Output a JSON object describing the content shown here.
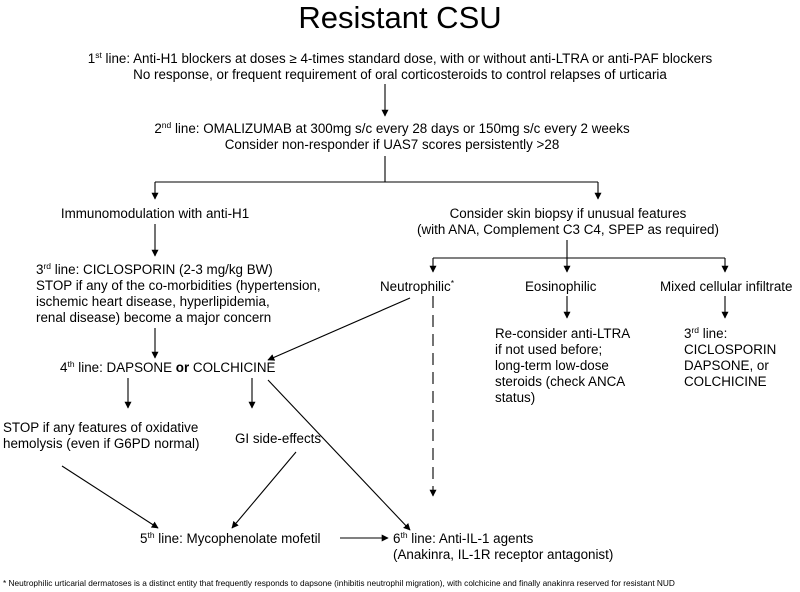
{
  "title": "Resistant CSU",
  "first_line": {
    "line1_num": "1",
    "line1_sup": "st",
    "line1_text": " line: Anti-H1 blockers at doses ≥ 4-times standard dose, with or without anti-LTRA or anti-PAF blockers",
    "line2": "No response, or frequent requirement of oral corticosteroids to control relapses of urticaria"
  },
  "second_line": {
    "line1_num": "2",
    "line1_sup": "nd",
    "line1_text": " line: OMALIZUMAB at 300mg s/c every 28 days or 150mg s/c every 2 weeks",
    "line2": "Consider non-responder if UAS7 scores persistently >28"
  },
  "immunomodulation": "Immunomodulation with anti-H1",
  "biopsy": {
    "line1": "Consider skin biopsy if unusual features",
    "line2": "(with ANA, Complement C3 C4, SPEP as required)"
  },
  "third_line_left": {
    "num": "3",
    "sup": "rd",
    "head": " line: CICLOSPORIN (2-3 mg/kg BW)",
    "lines": [
      "STOP if any of the co-morbidities (hypertension,",
      "ischemic heart disease, hyperlipidemia,",
      "renal disease) become a major concern"
    ]
  },
  "neutrophilic": {
    "label": "Neutrophilic",
    "sup": "*"
  },
  "eosinophilic": {
    "label": "Eosinophilic",
    "lines": [
      "Re-consider anti-LTRA",
      "if not used before;",
      "long-term low-dose",
      "steroids (check ANCA",
      "status)"
    ]
  },
  "mixed": {
    "label": "Mixed cellular infiltrate",
    "num": "3",
    "sup": "rd",
    "head": " line:",
    "lines": [
      "CICLOSPORIN",
      "DAPSONE, or",
      "COLCHICINE"
    ]
  },
  "fourth_line": {
    "num": "4",
    "sup": "th",
    "pre": " line: DAPSONE ",
    "bold": "or",
    "post": " COLCHICINE"
  },
  "stop_hemolysis": [
    "STOP if any features of oxidative",
    "hemolysis (even if G6PD normal)"
  ],
  "gi": "GI side-effects",
  "fifth_line": {
    "num": "5",
    "sup": "th",
    "text": " line: Mycophenolate mofetil"
  },
  "sixth_line": {
    "num": "6",
    "sup": "th",
    "text": " line: Anti-IL-1 agents",
    "line2": "(Anakinra, IL-1R receptor antagonist)"
  },
  "footnote": "* Neutrophilic urticarial dermatoses is a distinct entity that frequently responds to dapsone (inhibitis neutrophil migration), with colchicine and finally anakinra reserved for resistant NUD"
}
